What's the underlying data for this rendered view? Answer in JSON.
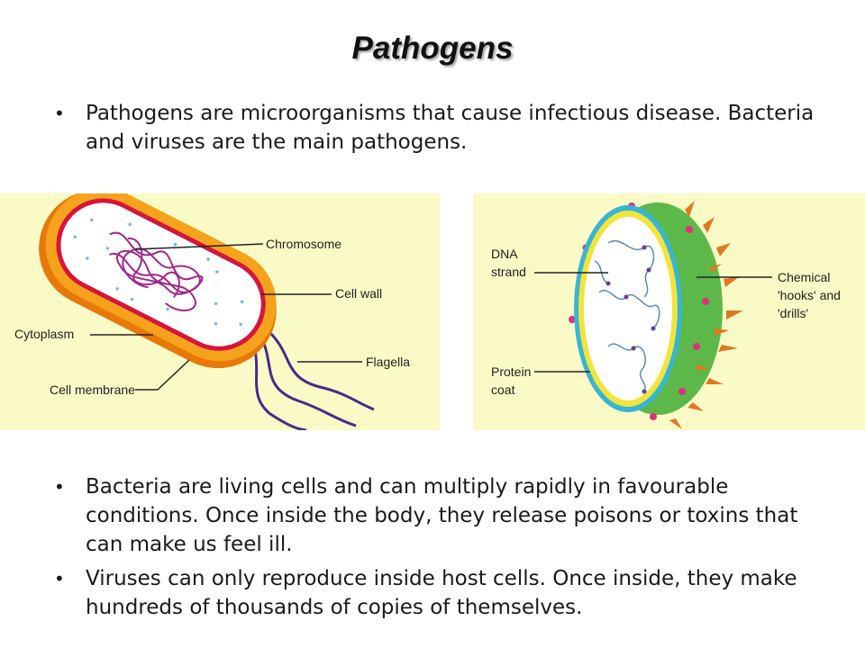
{
  "title": "Pathogens",
  "bullets": [
    "Pathogens are microorganisms that cause infectious disease. Bacteria and viruses are the main pathogens.",
    "Bacteria are living cells and can multiply rapidly in favourable conditions. Once inside the body, they release poisons or toxins that can make us feel ill.",
    "Viruses can only reproduce inside host cells. Once inside, they make hundreds of thousands of copies of themselves."
  ],
  "bacteria_labels": {
    "chromosome": "Chromosome",
    "cell_wall": "Cell wall",
    "cytoplasm": "Cytoplasm",
    "flagella": "Flagella",
    "cell_membrane": "Cell membrane"
  },
  "virus_labels": {
    "dna_line1": "DNA",
    "dna_line2": "strand",
    "protein_line1": "Protein",
    "protein_line2": "coat",
    "chem_line1": "Chemical",
    "chem_line2": "'hooks' and",
    "chem_line3": "'drills'"
  },
  "colors": {
    "panel_bg": "#fafac6",
    "cell_wall": "#f5a21c",
    "cell_wall_dark": "#e8780a",
    "membrane": "#d7153c",
    "chromosome": "#a0288c",
    "flagella": "#4a2a8a",
    "virus_coat": "#5db84a",
    "virus_outer_ring": "#35b6d6",
    "virus_inner_ring": "#f2e43a",
    "spike": "#e07820",
    "knob": "#e0307a"
  }
}
